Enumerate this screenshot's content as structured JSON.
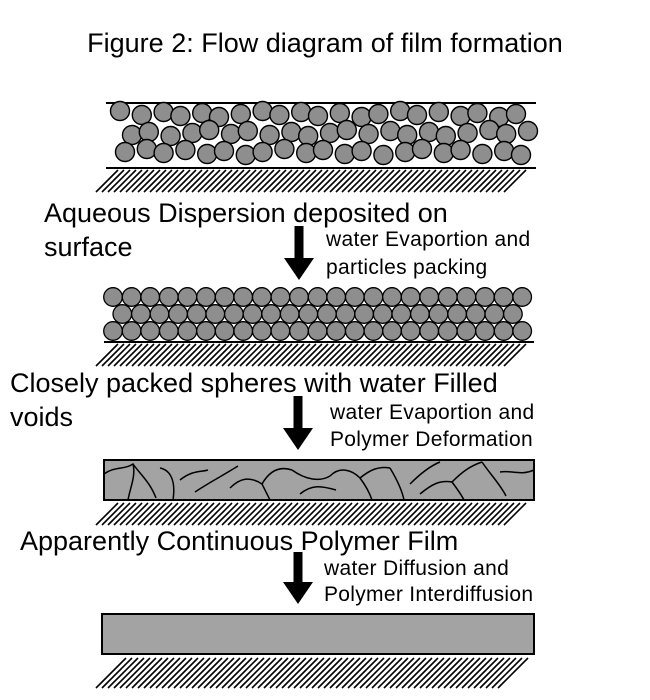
{
  "title": "Figure 2: Flow diagram of film formation",
  "stages": [
    {
      "caption_lines": [
        "Aqueous Dispersion deposited on",
        "surface"
      ]
    },
    {
      "caption_lines": [
        "Closely packed spheres with water Filled",
        "voids"
      ]
    },
    {
      "caption_lines": [
        "Apparently Continuous Polymer Film"
      ]
    },
    {
      "caption_lines": []
    }
  ],
  "transitions": [
    {
      "lines": [
        "water Evaportion and",
        "particles packing"
      ]
    },
    {
      "lines": [
        "water Evaportion and",
        "Polymer Deformation"
      ]
    },
    {
      "lines": [
        "water Diffusion and",
        "Polymer Interdiffusion"
      ]
    }
  ],
  "colors": {
    "particle_fill": "#8e8e8e",
    "film_fill": "#a3a3a3",
    "line": "#000000",
    "background": "#ffffff"
  }
}
